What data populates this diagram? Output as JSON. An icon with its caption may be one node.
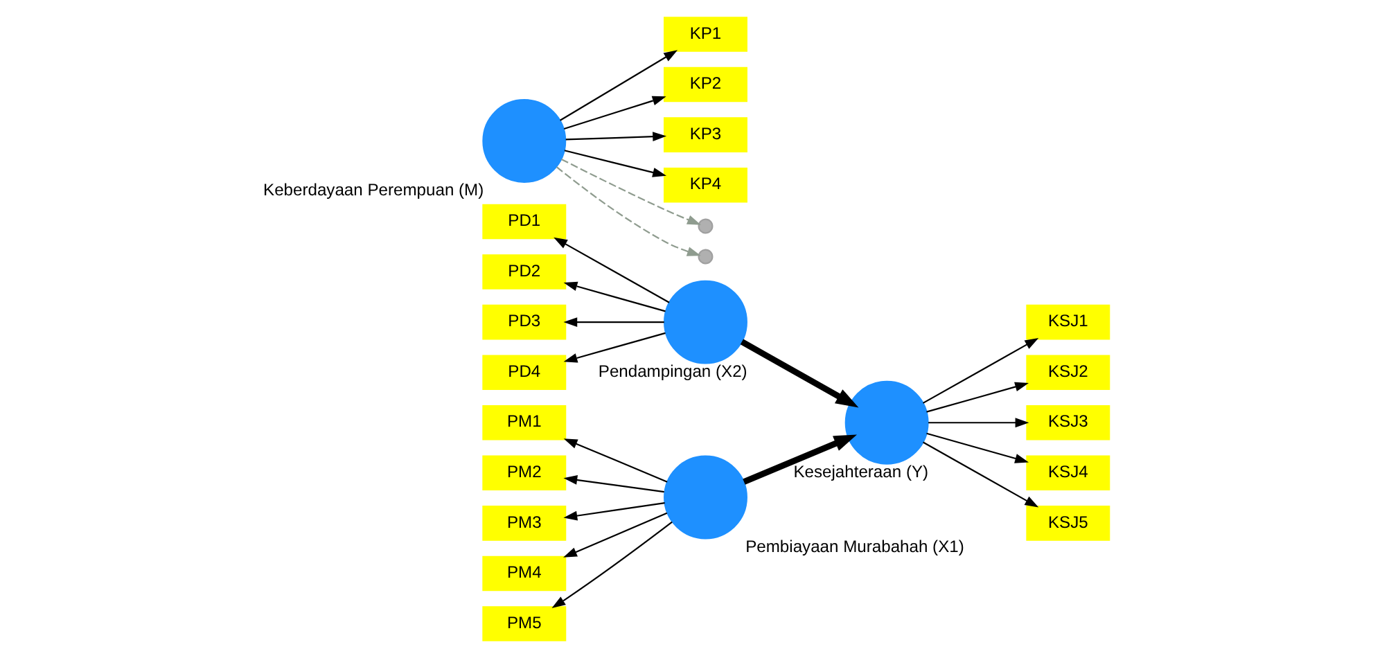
{
  "diagram": {
    "nodes": [
      {
        "text": [
          "Pembiayaan Murabahah (X1)"
        ]
      },
      {
        "text": [
          "PM1"
        ]
      },
      {
        "text": [
          "PM2"
        ]
      },
      {
        "text": [
          "PM3"
        ]
      },
      {
        "text": [
          "PM4"
        ]
      },
      {
        "text": [
          "PM5"
        ]
      },
      {
        "text": [
          "Keberdayaan Perempuan (M)"
        ]
      },
      {
        "text": [
          "KP1"
        ]
      },
      {
        "text": [
          "KP2"
        ]
      },
      {
        "text": [
          "KP3"
        ]
      },
      {
        "text": [
          "KP4"
        ]
      },
      {
        "text": [],
        "shape": "circle"
      },
      {
        "text": [],
        "shape": "circle"
      },
      {
        "text": [
          "Kesejahteraan (Y)"
        ]
      },
      {
        "text": [
          "KSJ1"
        ]
      },
      {
        "text": [
          "KSJ2"
        ]
      },
      {
        "text": [
          "KSJ3"
        ]
      },
      {
        "text": [
          "KSJ4"
        ]
      },
      {
        "text": [
          "KSJ5"
        ]
      },
      {
        "text": [
          "Pendampingan (X2)"
        ]
      },
      {
        "text": [
          "PD1"
        ]
      },
      {
        "text": [
          "PD2"
        ]
      },
      {
        "text": [
          "PD3"
        ]
      },
      {
        "text": [
          "PD4"
        ]
      }
    ],
    "edges": [
      {
        "from": 0,
        "to": 1,
        "arrow": "to"
      },
      {
        "from": 0,
        "to": 2,
        "arrow": "to"
      },
      {
        "from": 0,
        "to": 3,
        "arrow": "to"
      },
      {
        "from": 0,
        "to": 4,
        "arrow": "to"
      },
      {
        "from": 0,
        "to": 5,
        "arrow": "to"
      },
      {
        "from": 6,
        "to": 7,
        "arrow": "to"
      },
      {
        "from": 6,
        "to": 8,
        "arrow": "to"
      },
      {
        "from": 6,
        "to": 9,
        "arrow": "to"
      },
      {
        "from": 6,
        "to": 10,
        "arrow": "to"
      },
      {
        "from": 6,
        "to": 11,
        "arrow": "to",
        "style": "dashed",
        "color": "#8f9c8f"
      },
      {
        "from": 6,
        "to": 12,
        "arrow": "to",
        "style": "dashed",
        "color": "#8f9c8f"
      },
      {
        "from": 0,
        "to": 13,
        "arrow": "to",
        "style": "thick"
      },
      {
        "from": 19,
        "to": 13,
        "arrow": "to",
        "style": "thick"
      },
      {
        "from": 13,
        "to": 14,
        "arrow": "to"
      },
      {
        "from": 13,
        "to": 15,
        "arrow": "to"
      },
      {
        "from": 13,
        "to": 16,
        "arrow": "to"
      },
      {
        "from": 13,
        "to": 17,
        "arrow": "to"
      },
      {
        "from": 13,
        "to": 18,
        "arrow": "to"
      },
      {
        "from": 19,
        "to": 20,
        "arrow": "to"
      },
      {
        "from": 19,
        "to": 21,
        "arrow": "to"
      },
      {
        "from": 19,
        "to": 22,
        "arrow": "to"
      },
      {
        "from": 19,
        "to": 23,
        "arrow": "to"
      }
    ]
  }
}
